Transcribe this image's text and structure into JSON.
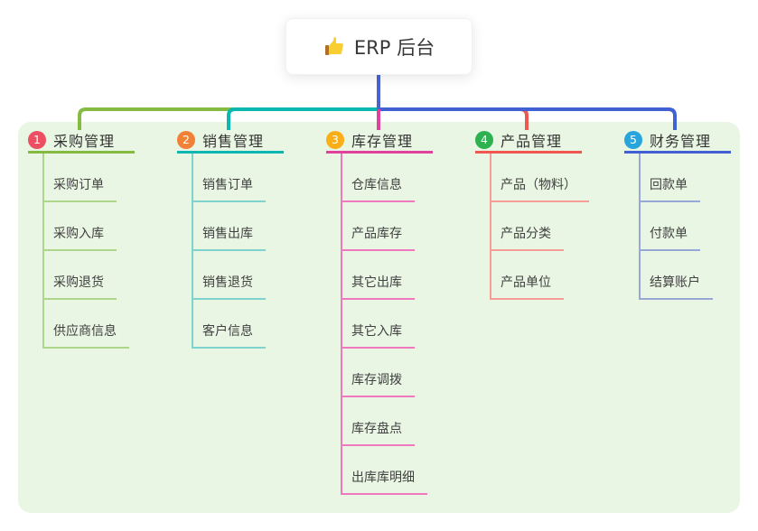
{
  "root": {
    "label": "ERP 后台",
    "icon": "thumbs-up-icon"
  },
  "branches": [
    {
      "index": "1",
      "title": "采购管理",
      "badge_color": "#ec4f62",
      "line_color": "#85bb41",
      "sub_line_color": "#aed68b",
      "items": [
        "采购订单",
        "采购入库",
        "采购退货",
        "供应商信息"
      ]
    },
    {
      "index": "2",
      "title": "销售管理",
      "badge_color": "#f28138",
      "line_color": "#0bb7b0",
      "sub_line_color": "#7fd3ce",
      "items": [
        "销售订单",
        "销售出库",
        "销售退货",
        "客户信息"
      ]
    },
    {
      "index": "3",
      "title": "库存管理",
      "badge_color": "#fbae17",
      "line_color": "#e0419d",
      "sub_line_color": "#ee79bd",
      "items": [
        "仓库信息",
        "产品库存",
        "其它出库",
        "其它入库",
        "库存调拨",
        "库存盘点",
        "出库库明细"
      ]
    },
    {
      "index": "4",
      "title": "产品管理",
      "badge_color": "#2eb150",
      "line_color": "#f05750",
      "sub_line_color": "#f79d97",
      "items": [
        "产品（物料）",
        "产品分类",
        "产品单位"
      ]
    },
    {
      "index": "5",
      "title": "财务管理",
      "badge_color": "#27a5dc",
      "line_color": "#4060d4",
      "sub_line_color": "#97a8d6",
      "items": [
        "回款单",
        "付款单",
        "结算账户"
      ]
    }
  ],
  "colors": {
    "panel_background": "#e9f6e3",
    "card_background": "#ffffff",
    "root_connector": "#4a63d3",
    "text": "#404040"
  }
}
